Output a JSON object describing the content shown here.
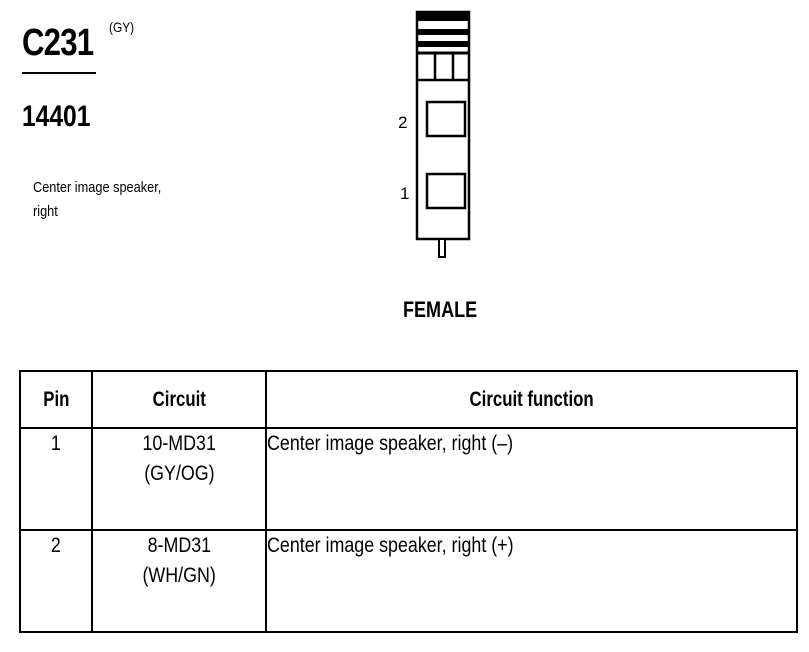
{
  "header": {
    "connector_id": "C231",
    "connector_color": "(GY)",
    "part_number": "14401",
    "description": "Center image speaker, right"
  },
  "diagram": {
    "pin_labels": [
      "2",
      "1"
    ],
    "gender": "FEMALE"
  },
  "table": {
    "headers": [
      "Pin",
      "Circuit",
      "Circuit function"
    ],
    "rows": [
      {
        "pin": "1",
        "circuit": "10-MD31",
        "wire_color": "(GY/OG)",
        "function": "Center image speaker, right (–)"
      },
      {
        "pin": "2",
        "circuit": "8-MD31",
        "wire_color": "(WH/GN)",
        "function": "Center image speaker, right (+)"
      }
    ]
  }
}
